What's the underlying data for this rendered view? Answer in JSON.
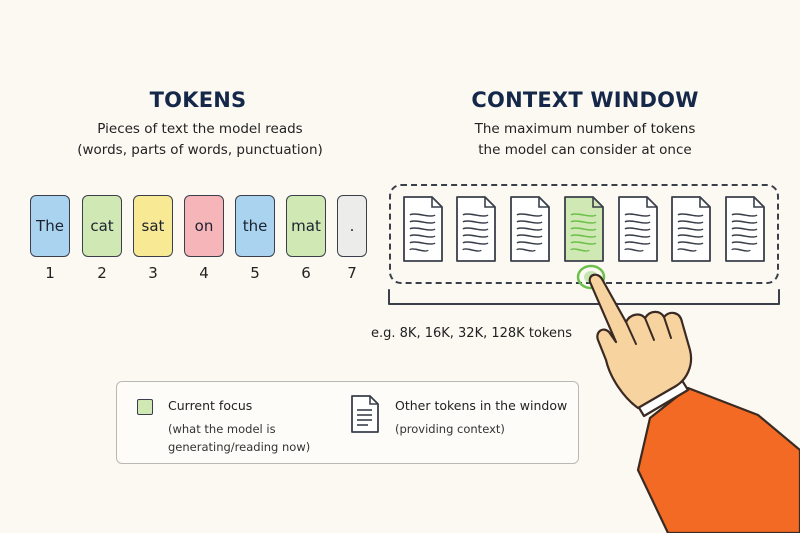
{
  "tokens_panel": {
    "title": "TOKENS",
    "description_line1": "Pieces of text the model reads",
    "description_line2": "(words, parts of words, punctuation)",
    "tokens": [
      {
        "text": "The",
        "index": "1",
        "color": "#a9d3ef"
      },
      {
        "text": "cat",
        "index": "2",
        "color": "#cfe8b4"
      },
      {
        "text": "sat",
        "index": "3",
        "color": "#f8ea95"
      },
      {
        "text": "on",
        "index": "4",
        "color": "#f6b5b8"
      },
      {
        "text": "the",
        "index": "5",
        "color": "#a9d3ef"
      },
      {
        "text": "mat",
        "index": "6",
        "color": "#cfe8b4"
      },
      {
        "text": ".",
        "index": "7",
        "color": "#ececea"
      }
    ]
  },
  "context_panel": {
    "title": "CONTEXT WINDOW",
    "description_line1": "The maximum number of tokens",
    "description_line2": "the model can consider at once",
    "window_documents": [
      "document-icon",
      "document-icon",
      "document-icon",
      "document-icon-highlighted",
      "document-icon",
      "document-icon",
      "document-icon"
    ],
    "focus_index": 3,
    "focus_color": "#6cc04a",
    "size_examples": "e.g. 8K, 16K, 32K, 128K tokens"
  },
  "legend": {
    "current_focus_label": "Current focus",
    "current_focus_sub1": "(what the model is",
    "current_focus_sub2": "generating/reading now)",
    "other_tokens_label": "Other tokens in the window",
    "other_tokens_sub": "(providing context)",
    "focus_swatch_color": "#cfe8b4"
  },
  "pointer": {
    "icon": "pointing-hand-icon",
    "sleeve_color": "#f26a24",
    "skin_color": "#f7d3a0"
  }
}
